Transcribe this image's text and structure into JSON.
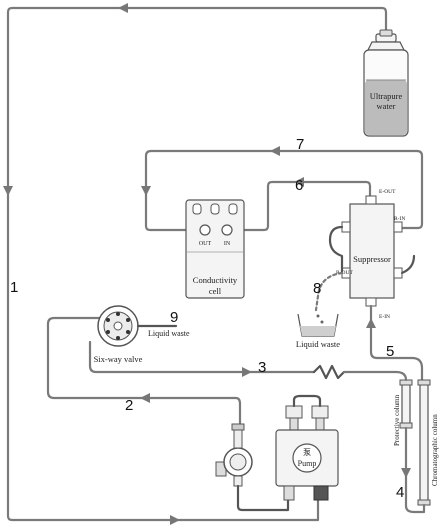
{
  "components": {
    "bottle_label_1": "Ultrapure",
    "bottle_label_2": "water",
    "suppressor_label": "Suppressor",
    "suppressor_ports": {
      "e_out": "E-OUT",
      "r_in": "R-IN",
      "r_out": "R-OUT",
      "e_in": "E-IN"
    },
    "conductivity_label_1": "Conductivity",
    "conductivity_label_2": "cell",
    "conductivity_ports": {
      "out": "OUT",
      "in": "IN"
    },
    "liquid_waste_top": "Liquid waste",
    "liquid_waste_bottom": "Liquid waste",
    "six_way_valve_label": "Six-way valve",
    "pump_label": "Pump",
    "pump_char": "泵",
    "protective_column_label": "Protective column",
    "chromatographic_column_label": "Chromatographic column"
  },
  "numbers": {
    "n1": "1",
    "n2": "2",
    "n3": "3",
    "n4": "4",
    "n5": "5",
    "n6": "6",
    "n7": "7",
    "n8": "8",
    "n9": "9"
  }
}
